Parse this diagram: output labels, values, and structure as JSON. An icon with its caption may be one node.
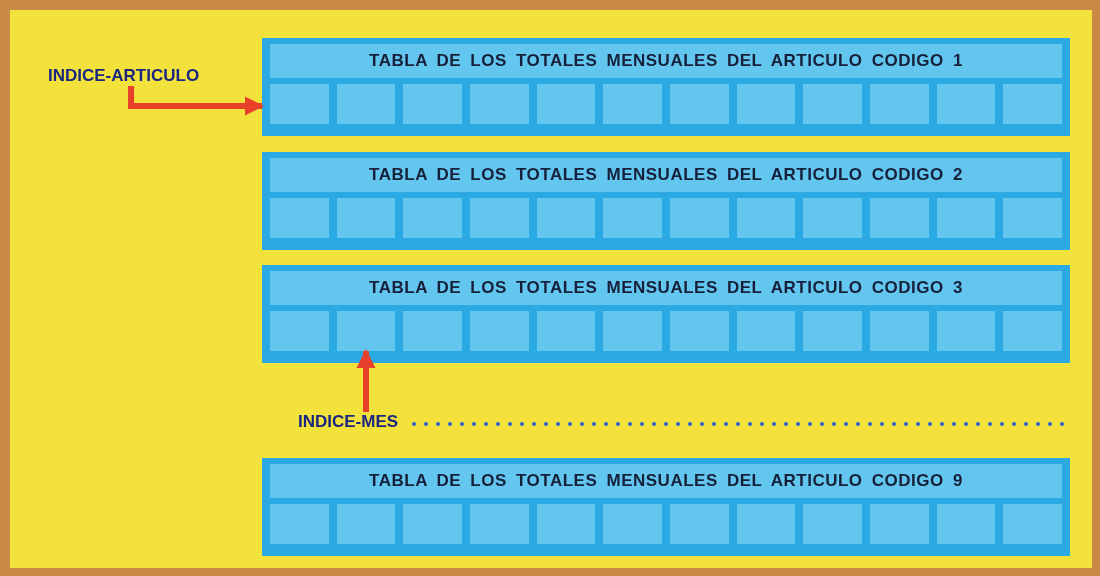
{
  "diagram": {
    "nodes": [
      {
        "text": [
          "INDICE-ARTICULO"
        ]
      },
      {
        "text": [
          "TABLA DE LOS TOTALES MENSUALES DEL ARTICULO CODIGO 1"
        ]
      },
      {
        "text": [],
        "shape": "box",
        "in": 1
      },
      {
        "text": [],
        "shape": "box",
        "in": 1
      },
      {
        "text": [],
        "shape": "box",
        "in": 1
      },
      {
        "text": [],
        "shape": "box",
        "in": 1
      },
      {
        "text": [],
        "shape": "box",
        "in": 1
      },
      {
        "text": [],
        "shape": "box",
        "in": 1
      },
      {
        "text": [],
        "shape": "box",
        "in": 1
      },
      {
        "text": [],
        "shape": "box",
        "in": 1
      },
      {
        "text": [],
        "shape": "box",
        "in": 1
      },
      {
        "text": [],
        "shape": "box",
        "in": 1
      },
      {
        "text": [],
        "shape": "box",
        "in": 1
      },
      {
        "text": [],
        "shape": "box",
        "in": 1
      },
      {
        "text": [
          "TABLA DE LOS TOTALES MENSUALES DEL ARTICULO CODIGO 2"
        ]
      },
      {
        "text": [],
        "shape": "box",
        "in": 14
      },
      {
        "text": [],
        "shape": "box",
        "in": 14
      },
      {
        "text": [],
        "shape": "box",
        "in": 14
      },
      {
        "text": [],
        "shape": "box",
        "in": 14
      },
      {
        "text": [],
        "shape": "box",
        "in": 14
      },
      {
        "text": [],
        "shape": "box",
        "in": 14
      },
      {
        "text": [],
        "shape": "box",
        "in": 14
      },
      {
        "text": [],
        "shape": "box",
        "in": 14
      },
      {
        "text": [],
        "shape": "box",
        "in": 14
      },
      {
        "text": [],
        "shape": "box",
        "in": 14
      },
      {
        "text": [],
        "shape": "box",
        "in": 14
      },
      {
        "text": [],
        "shape": "box",
        "in": 14
      },
      {
        "text": [
          "TABLA DE LOS TOTALES MENSUALES DEL ARTICULO CODIGO 3"
        ]
      },
      {
        "text": [],
        "shape": "box",
        "in": 27
      },
      {
        "text": [],
        "shape": "box",
        "in": 27
      },
      {
        "text": [],
        "shape": "box",
        "in": 27
      },
      {
        "text": [],
        "shape": "box",
        "in": 27
      },
      {
        "text": [],
        "shape": "box",
        "in": 27
      },
      {
        "text": [],
        "shape": "box",
        "in": 27
      },
      {
        "text": [],
        "shape": "box",
        "in": 27
      },
      {
        "text": [],
        "shape": "box",
        "in": 27
      },
      {
        "text": [],
        "shape": "box",
        "in": 27
      },
      {
        "text": [],
        "shape": "box",
        "in": 27
      },
      {
        "text": [],
        "shape": "box",
        "in": 27
      },
      {
        "text": [],
        "shape": "box",
        "in": 27
      },
      {
        "text": [
          "INDICE-MES"
        ]
      },
      {
        "text": [
          "TABLA DE LOS TOTALES MENSUALES DEL ARTICULO CODIGO 9"
        ]
      },
      {
        "text": [],
        "shape": "box",
        "in": 41
      },
      {
        "text": [],
        "shape": "box",
        "in": 41
      },
      {
        "text": [],
        "shape": "box",
        "in": 41
      },
      {
        "text": [],
        "shape": "box",
        "in": 41
      },
      {
        "text": [],
        "shape": "box",
        "in": 41
      },
      {
        "text": [],
        "shape": "box",
        "in": 41
      },
      {
        "text": [],
        "shape": "box",
        "in": 41
      },
      {
        "text": [],
        "shape": "box",
        "in": 41
      },
      {
        "text": [],
        "shape": "box",
        "in": 41
      },
      {
        "text": [],
        "shape": "box",
        "in": 41
      },
      {
        "text": [],
        "shape": "box",
        "in": 41
      },
      {
        "text": [],
        "shape": "box",
        "in": 41
      }
    ],
    "edges": [
      {
        "from": 0,
        "to": 1,
        "arrow": "to",
        "color": "#e8402a"
      },
      {
        "from": 40,
        "to": 29,
        "arrow": "to",
        "color": "#e8402a"
      }
    ]
  }
}
